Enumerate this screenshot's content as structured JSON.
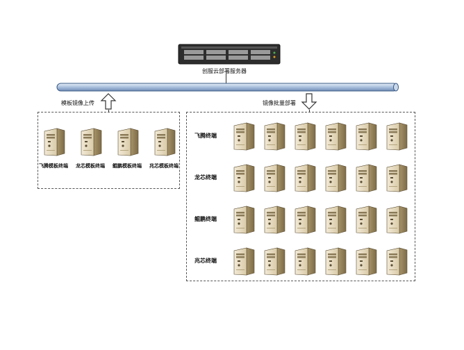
{
  "server": {
    "label": "创服云部署服务器"
  },
  "upload": {
    "label": "模板镜像上传"
  },
  "deploy": {
    "label": "镜像批量部署"
  },
  "template_pcs": [
    {
      "label": "飞腾模板终端"
    },
    {
      "label": "龙芯模板终端"
    },
    {
      "label": "鲲鹏模板终端"
    },
    {
      "label": "兆芯模板终端"
    }
  ],
  "terminal_rows": [
    {
      "label": "飞腾终端",
      "count": 6
    },
    {
      "label": "龙芯终端",
      "count": 6
    },
    {
      "label": "鲲鹏终端",
      "count": 6
    },
    {
      "label": "兆芯终端",
      "count": 6
    }
  ]
}
